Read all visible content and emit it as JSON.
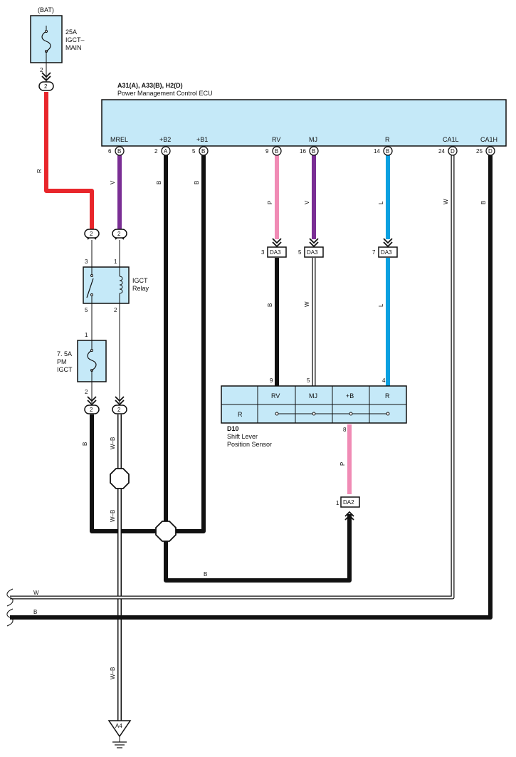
{
  "colors": {
    "background": "#ffffff",
    "component_fill": "#c5e9f8",
    "wire_red": "#e8262b",
    "wire_violet": "#7a2e94",
    "wire_pink": "#f08bb5",
    "wire_blue": "#0aa0e0",
    "wire_black": "#111111",
    "wire_white": "#ffffff"
  },
  "icons": [
    "fuse-icon",
    "relay-switch-icon",
    "relay-coil-icon",
    "junction-icon",
    "ground-icon",
    "connector-arrow-icon"
  ],
  "battery": {
    "label": "(BAT)"
  },
  "fuse_main": {
    "rating": "25A",
    "name_line1": "IGCT–",
    "name_line2": "MAIN",
    "pin": "2",
    "connector": "2"
  },
  "ecu": {
    "code": "A31(A), A33(B), H2(D)",
    "name": "Power Management Control ECU",
    "terminals": [
      {
        "name": "MREL",
        "pin": "6",
        "connector": "B"
      },
      {
        "name": "+B2",
        "pin": "2",
        "connector": "A"
      },
      {
        "name": "+B1",
        "pin": "5",
        "connector": "B"
      },
      {
        "name": "RV",
        "pin": "9",
        "connector": "B"
      },
      {
        "name": "MJ",
        "pin": "16",
        "connector": "B"
      },
      {
        "name": "R",
        "pin": "14",
        "connector": "B"
      },
      {
        "name": "CA1L",
        "pin": "24",
        "connector": "D"
      },
      {
        "name": "CA1H",
        "pin": "25",
        "connector": "D"
      }
    ]
  },
  "relay": {
    "name_line1": "IGCT",
    "name_line2": "Relay",
    "pins": {
      "sw_top": "3",
      "sw_bottom": "5",
      "coil_top": "1",
      "coil_bottom": "2"
    },
    "connector_left": "2",
    "connector_right": "2"
  },
  "fuse_pm": {
    "rating": "7. 5A",
    "name_line1": "PM",
    "name_line2": "IGCT",
    "pin_top": "1",
    "pin_bottom": "2"
  },
  "lower_connectors": {
    "left": "2",
    "right": "2"
  },
  "junction_da3": {
    "label": "DA3",
    "pins": [
      "3",
      "5",
      "7"
    ]
  },
  "junction_da2": {
    "label": "DA2",
    "pin": "1"
  },
  "sensor": {
    "code": "D10",
    "name_line1": "Shift Lever",
    "name_line2": "Position Sensor",
    "headers": [
      "RV",
      "MJ",
      "+B",
      "R"
    ],
    "row_label": "R",
    "pins": {
      "rv": "9",
      "mj": "5",
      "r": "4",
      "b": "8"
    }
  },
  "ground": {
    "label": "A4"
  },
  "wire_codes": {
    "red": "R",
    "violet": "V",
    "black": "B",
    "pink": "P",
    "white": "W",
    "blue": "L",
    "white_black": "W–B"
  }
}
